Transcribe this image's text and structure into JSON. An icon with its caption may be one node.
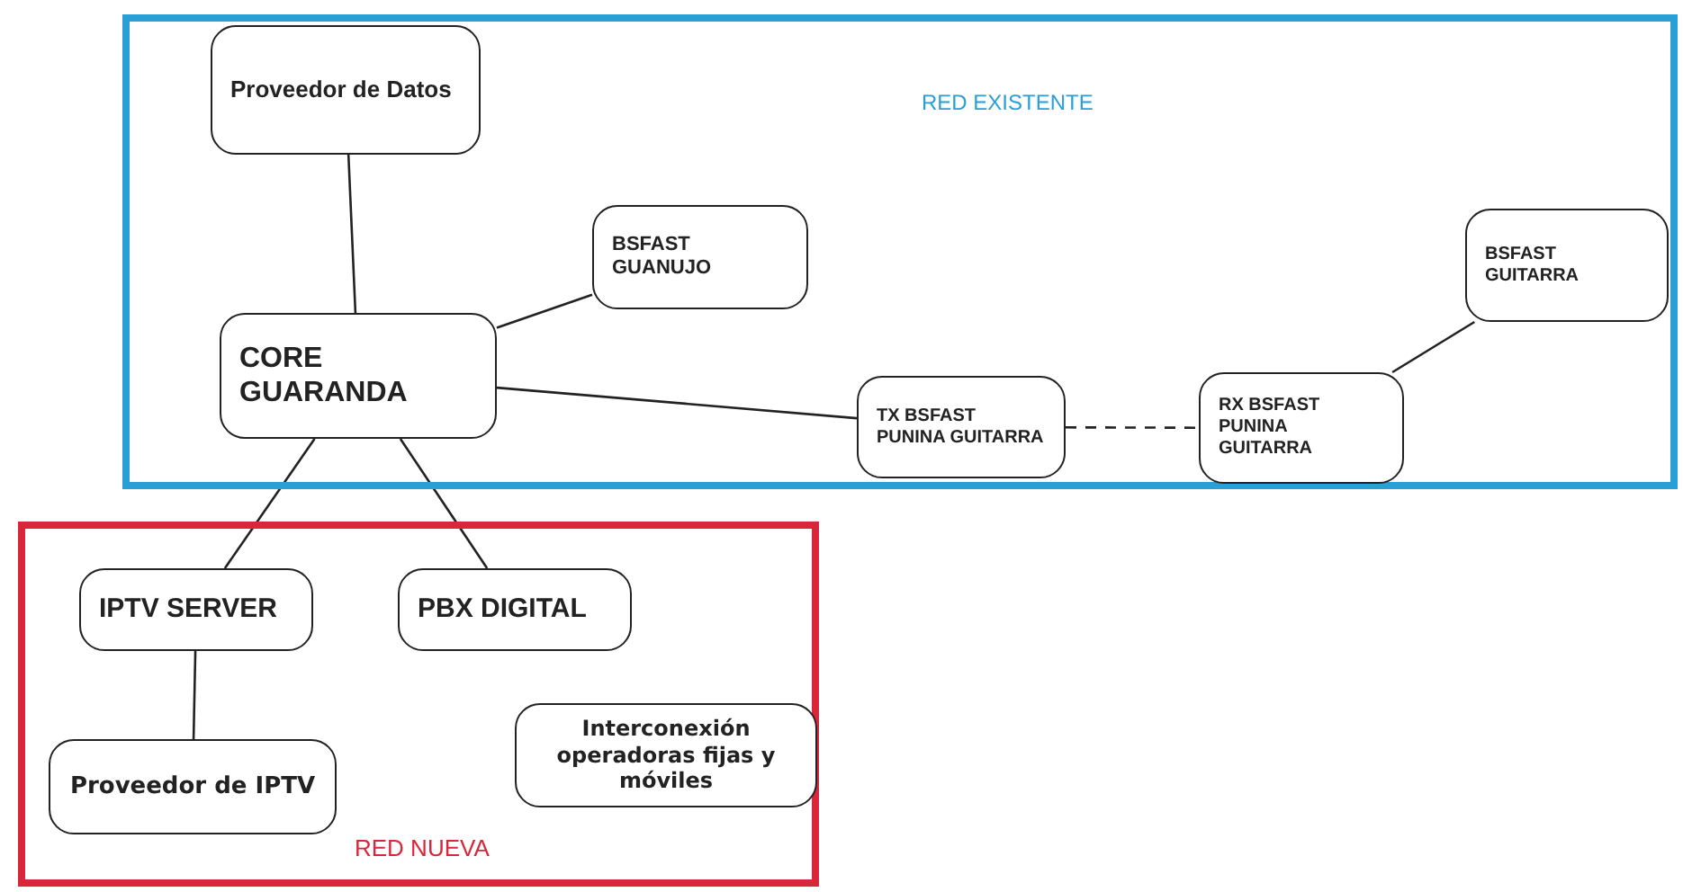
{
  "diagram": {
    "nodes": [
      {
        "text": [
          "RED EXISTENTE"
        ]
      },
      {
        "text": [
          "Proveedor de Datos"
        ],
        "in": 0
      },
      {
        "text": [
          "BSFAST GUANUJO"
        ],
        "in": 0
      },
      {
        "text": [
          "CORE GUARANDA"
        ],
        "in": 0
      },
      {
        "text": [
          "TX BSFAST PUNINA GUITARRA"
        ],
        "in": 0
      },
      {
        "text": [
          "RX BSFAST PUNINA GUITARRA"
        ],
        "in": 0
      },
      {
        "text": [
          "BSFAST GUITARRA"
        ],
        "in": 0
      },
      {
        "text": [
          "RED NUEVA"
        ]
      },
      {
        "text": [
          "IPTV SERVER"
        ],
        "in": 7
      },
      {
        "text": [
          "PBX DIGITAL"
        ],
        "in": 7
      },
      {
        "text": [
          "Proveedor de IPTV"
        ],
        "in": 7
      },
      {
        "text": [
          "Interconexión operadoras fijas y móviles"
        ],
        "in": 7
      }
    ],
    "edges": [
      {
        "from": 1,
        "to": 3,
        "arrow": "none"
      },
      {
        "from": 3,
        "to": 2,
        "arrow": "none"
      },
      {
        "from": 3,
        "to": 4,
        "arrow": "none"
      },
      {
        "from": 4,
        "to": 5,
        "arrow": "none",
        "style": "dashed"
      },
      {
        "from": 5,
        "to": 6,
        "arrow": "none"
      },
      {
        "from": 3,
        "to": 8,
        "arrow": "none"
      },
      {
        "from": 3,
        "to": 9,
        "arrow": "none"
      },
      {
        "from": 8,
        "to": 10,
        "arrow": "none"
      }
    ]
  }
}
